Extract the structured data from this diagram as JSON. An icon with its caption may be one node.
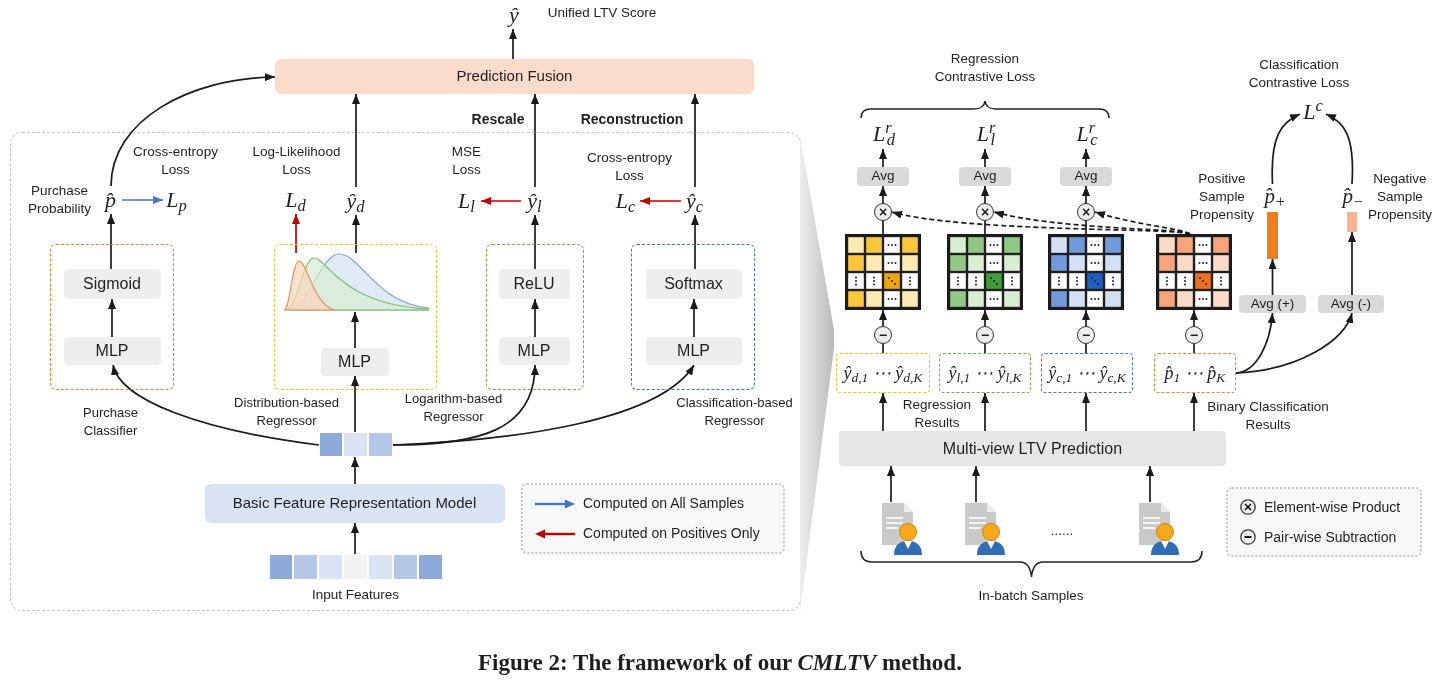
{
  "diagram": {
    "caption": "Figure 2: The framework of our *CMLTV* method.",
    "nodes": [
      {
        "text": [
          "ŷ"
        ],
        "beside": [
          "Unified LTV Score"
        ]
      },
      {
        "text": [
          "Prediction Fusion"
        ]
      },
      {
        "text": [],
        "shape": "box"
      },
      {
        "text": [
          "p̂"
        ],
        "in": 2,
        "beside": [
          "Purchase Probability"
        ]
      },
      {
        "text": [
          "L$_{p}$"
        ],
        "in": 2,
        "beside": [
          "Cross-entropy Loss"
        ]
      },
      {
        "text": [
          "L$_{d}$"
        ],
        "in": 2,
        "beside": [
          "Log-Likelihood Loss"
        ]
      },
      {
        "text": [
          "ŷ$_{d}$"
        ],
        "in": 2
      },
      {
        "text": [
          "L$_{l}$"
        ],
        "in": 2,
        "beside": [
          "MSE Loss"
        ]
      },
      {
        "text": [
          "ŷ$_{l}$"
        ],
        "in": 2
      },
      {
        "text": [
          "L$_{c}$"
        ],
        "in": 2,
        "beside": [
          "Cross-entropy Loss"
        ]
      },
      {
        "text": [
          "ŷ$_{c}$"
        ],
        "in": 2
      },
      {
        "text": [
          "Purchase Classifier"
        ],
        "in": 2
      },
      {
        "text": [
          "Sigmoid"
        ],
        "in": 11
      },
      {
        "text": [
          "MLP"
        ],
        "in": 11
      },
      {
        "text": [
          "Distribution-based Regressor"
        ],
        "in": 2
      },
      {
        "text": [],
        "shape": "picture",
        "in": 14
      },
      {
        "text": [
          "MLP"
        ],
        "in": 14
      },
      {
        "text": [
          "Logarithm-based Regressor"
        ],
        "in": 2
      },
      {
        "text": [
          "ReLU"
        ],
        "in": 17
      },
      {
        "text": [
          "MLP"
        ],
        "in": 17
      },
      {
        "text": [
          "Classification-based Regressor"
        ],
        "in": 2
      },
      {
        "text": [
          "Softmax"
        ],
        "in": 20
      },
      {
        "text": [
          "MLP"
        ],
        "in": 20
      },
      {
        "text": [],
        "shape": "bar",
        "in": 2
      },
      {
        "text": [
          "Basic Feature Representation Model"
        ],
        "in": 2
      },
      {
        "text": [],
        "shape": "bar",
        "in": 2,
        "beside": [
          "Input Features"
        ]
      },
      {
        "text": [
          "L$^{r}$$_{d}$"
        ]
      },
      {
        "text": [
          "L$^{r}$$_{l}$"
        ]
      },
      {
        "text": [
          "L$^{r}$$_{c}$"
        ]
      },
      {
        "text": [
          "L$^{c}$"
        ],
        "beside": [
          "Classification Contrastive Loss"
        ]
      },
      {
        "text": [
          "Avg"
        ]
      },
      {
        "text": [
          "Avg"
        ]
      },
      {
        "text": [
          "Avg"
        ]
      },
      {
        "text": [
          "×"
        ]
      },
      {
        "text": [
          "×"
        ]
      },
      {
        "text": [
          "×"
        ]
      },
      {
        "text": [],
        "shape": "grid"
      },
      {
        "text": [],
        "shape": "grid"
      },
      {
        "text": [],
        "shape": "grid"
      },
      {
        "text": [],
        "shape": "grid"
      },
      {
        "text": [
          "p̂$_{+}$"
        ],
        "beside": [
          "Positive Sample Propensity"
        ]
      },
      {
        "text": [
          "p̂$_{−}$"
        ],
        "beside": [
          "Negative Sample Propensity"
        ]
      },
      {
        "text": [
          "Avg (+)"
        ]
      },
      {
        "text": [
          "Avg (-)"
        ]
      },
      {
        "text": [
          "−"
        ]
      },
      {
        "text": [
          "−"
        ]
      },
      {
        "text": [
          "−"
        ]
      },
      {
        "text": [
          "−"
        ]
      },
      {
        "text": [
          "ŷ$_{d,1}$ ⋯ ŷ$_{d,K}$"
        ]
      },
      {
        "text": [
          "ŷ$_{l,1}$ ⋯ ŷ$_{l,K}$"
        ]
      },
      {
        "text": [
          "ŷ$_{c,1}$ ⋯ ŷ$_{c,K}$"
        ]
      },
      {
        "text": [
          "p̂$_{1}$ ⋯ p̂$_{K}$"
        ]
      },
      {
        "text": [
          "Multi-view LTV Prediction"
        ]
      },
      {
        "text": [],
        "shape": "person"
      },
      {
        "text": [],
        "shape": "person"
      },
      {
        "text": [],
        "shape": "person"
      },
      {
        "text": [],
        "shape": "wedge"
      }
    ],
    "edges": [
      {
        "from": 1,
        "to": 0,
        "arrow": "to"
      },
      {
        "from": 3,
        "to": 1,
        "arrow": "to"
      },
      {
        "from": 3,
        "to": 4,
        "arrow": "to",
        "color": "#4472c4"
      },
      {
        "from": 6,
        "to": 1,
        "arrow": "to"
      },
      {
        "from": 8,
        "to": 1,
        "arrow": "to",
        "label": "Rescale"
      },
      {
        "from": 10,
        "to": 1,
        "arrow": "to",
        "label": "Reconstruction"
      },
      {
        "from": 8,
        "to": 7,
        "arrow": "to",
        "color": "#c00000"
      },
      {
        "from": 10,
        "to": 9,
        "arrow": "to",
        "color": "#c00000"
      },
      {
        "from": 15,
        "to": 5,
        "arrow": "to",
        "color": "#c00000"
      },
      {
        "from": 15,
        "to": 6,
        "arrow": "to"
      },
      {
        "from": 12,
        "to": 3,
        "arrow": "to"
      },
      {
        "from": 13,
        "to": 12,
        "arrow": "to"
      },
      {
        "from": 16,
        "to": 15,
        "arrow": "to"
      },
      {
        "from": 18,
        "to": 8,
        "arrow": "to"
      },
      {
        "from": 19,
        "to": 18,
        "arrow": "to"
      },
      {
        "from": 21,
        "to": 10,
        "arrow": "to"
      },
      {
        "from": 22,
        "to": 21,
        "arrow": "to"
      },
      {
        "from": 23,
        "to": 13,
        "arrow": "to"
      },
      {
        "from": 23,
        "to": 16,
        "arrow": "to"
      },
      {
        "from": 23,
        "to": 19,
        "arrow": "to"
      },
      {
        "from": 23,
        "to": 22,
        "arrow": "to"
      },
      {
        "from": 24,
        "to": 23,
        "arrow": "to"
      },
      {
        "from": 25,
        "to": 24,
        "arrow": "to"
      },
      {
        "from": 30,
        "to": 26,
        "arrow": "to"
      },
      {
        "from": 31,
        "to": 27,
        "arrow": "to"
      },
      {
        "from": 32,
        "to": 28,
        "arrow": "to"
      },
      {
        "from": 33,
        "to": 30,
        "arrow": "to"
      },
      {
        "from": 34,
        "to": 31,
        "arrow": "to"
      },
      {
        "from": 35,
        "to": 32,
        "arrow": "to"
      },
      {
        "from": 36,
        "to": 33,
        "arrow": "none"
      },
      {
        "from": 37,
        "to": 34,
        "arrow": "none"
      },
      {
        "from": 38,
        "to": 35,
        "arrow": "none"
      },
      {
        "from": 39,
        "to": 33,
        "arrow": "to",
        "style": "dashed"
      },
      {
        "from": 39,
        "to": 34,
        "arrow": "to",
        "style": "dashed"
      },
      {
        "from": 39,
        "to": 35,
        "arrow": "to",
        "style": "dashed"
      },
      {
        "from": 44,
        "to": 36,
        "arrow": "to"
      },
      {
        "from": 45,
        "to": 37,
        "arrow": "to"
      },
      {
        "from": 46,
        "to": 38,
        "arrow": "to"
      },
      {
        "from": 47,
        "to": 39,
        "arrow": "to"
      },
      {
        "from": 48,
        "to": 44,
        "arrow": "none"
      },
      {
        "from": 49,
        "to": 45,
        "arrow": "none"
      },
      {
        "from": 50,
        "to": 46,
        "arrow": "none"
      },
      {
        "from": 51,
        "to": 47,
        "arrow": "none"
      },
      {
        "from": 52,
        "to": 48,
        "arrow": "to"
      },
      {
        "from": 52,
        "to": 49,
        "arrow": "to"
      },
      {
        "from": 52,
        "to": 50,
        "arrow": "to"
      },
      {
        "from": 52,
        "to": 51,
        "arrow": "to"
      },
      {
        "from": 53,
        "to": 52,
        "arrow": "to"
      },
      {
        "from": 54,
        "to": 52,
        "arrow": "to"
      },
      {
        "from": 55,
        "to": 52,
        "arrow": "to"
      },
      {
        "from": 51,
        "to": 42,
        "arrow": "to"
      },
      {
        "from": 51,
        "to": 43,
        "arrow": "to"
      },
      {
        "from": 42,
        "to": 40,
        "arrow": "to"
      },
      {
        "from": 43,
        "to": 41,
        "arrow": "to"
      },
      {
        "from": 40,
        "to": 29,
        "arrow": "to"
      },
      {
        "from": 41,
        "to": 29,
        "arrow": "to"
      }
    ],
    "labels": [
      "Regression Contrastive Loss",
      "Regression Results",
      "Binary Classification Results",
      "......",
      "In-batch Samples"
    ],
    "legend": [
      {
        "text": "Computed on All Samples"
      },
      {
        "text": "Computed on Positives Only"
      },
      {
        "text": "Element-wise Product"
      },
      {
        "text": "Pair-wise Subtraction"
      }
    ]
  }
}
